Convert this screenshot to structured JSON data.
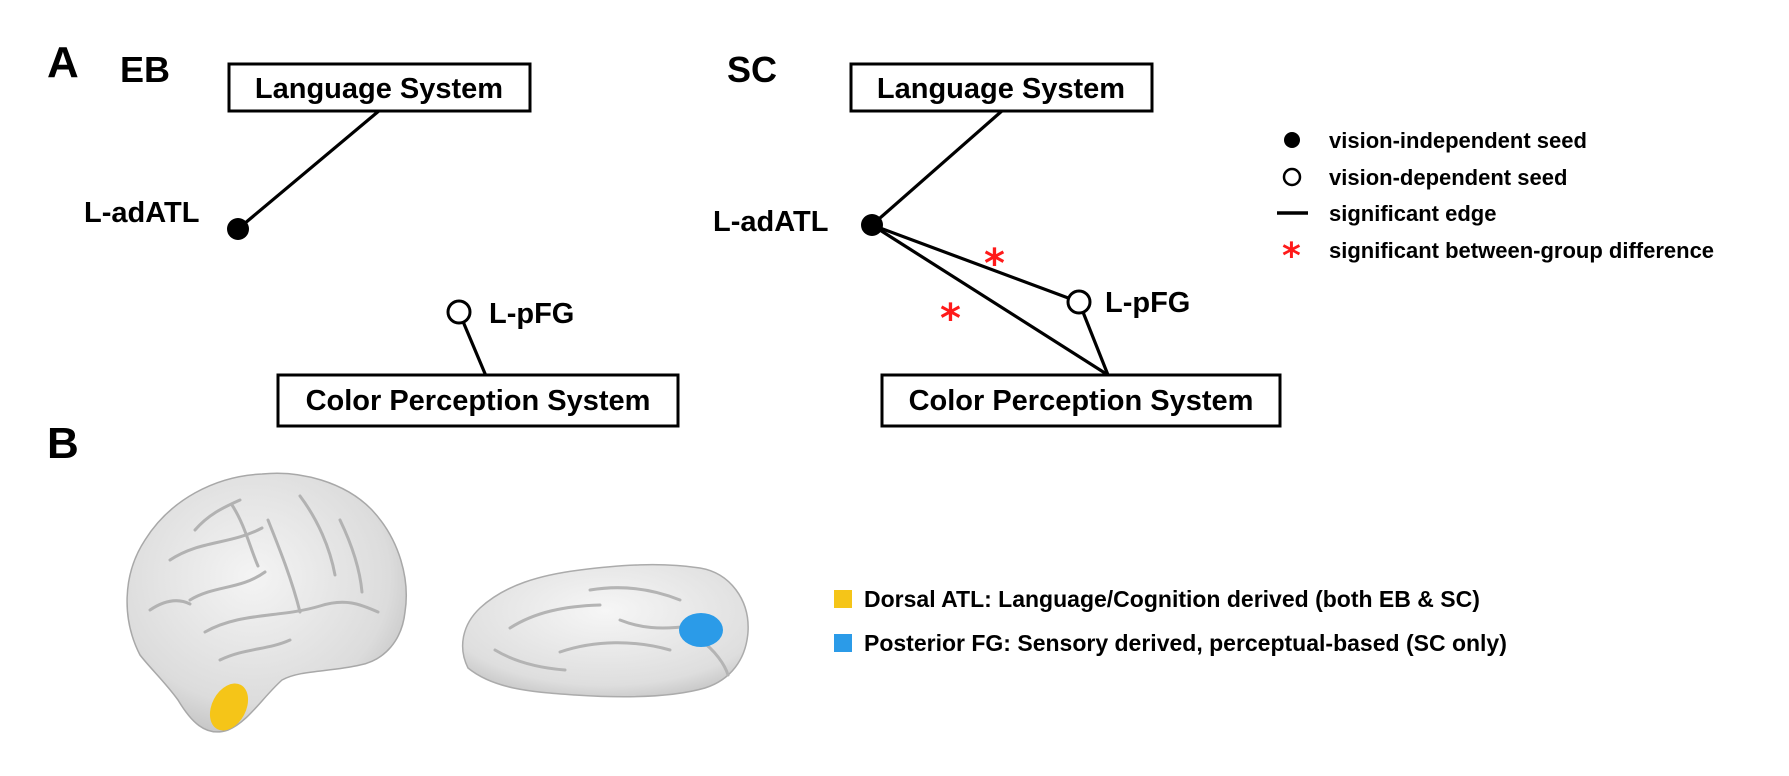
{
  "panels": {
    "a_label": "A",
    "b_label": "B"
  },
  "panel_a": {
    "eb": {
      "group": "EB",
      "language_system": "Language System",
      "color_system": "Color Perception System",
      "atl_node": "L-adATL",
      "pfg_node": "L-pFG"
    },
    "sc": {
      "group": "SC",
      "language_system": "Language System",
      "color_system": "Color Perception System",
      "atl_node": "L-adATL",
      "pfg_node": "L-pFG",
      "star_1": "*",
      "star_2": "*"
    },
    "legend": {
      "vision_independent": "vision-independent seed",
      "vision_dependent": "vision-dependent seed",
      "significant_edge": "significant edge",
      "between_group": "significant between-group difference",
      "star_symbol": "*"
    }
  },
  "panel_b": {
    "legend": {
      "dorsal_atl": "Dorsal ATL: Language/Cognition derived (both EB & SC)",
      "posterior_fg": "Posterior FG: Sensory derived, perceptual-based (SC only)"
    },
    "colors": {
      "dorsal_atl": "#f5c518",
      "posterior_fg": "#2b9be8",
      "significant_star": "#ff1a1a"
    }
  }
}
